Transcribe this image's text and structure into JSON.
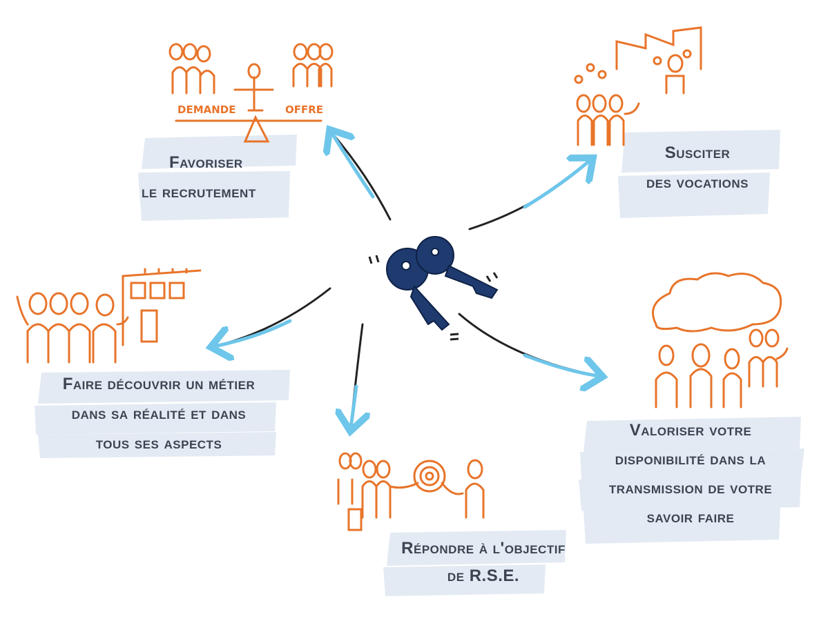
{
  "colors": {
    "accent": "#e8742a",
    "arrow": "#6ec6ea",
    "key": "#1e3a6e",
    "band": "#e3eaf3",
    "text": "#3b4452"
  },
  "center": {
    "icon": "keys-icon"
  },
  "branches": [
    {
      "lines": [
        "Favoriser",
        "le recrutement"
      ],
      "illustration": "balance-icon",
      "tags": [
        "DEMANDE",
        "OFFRE"
      ]
    },
    {
      "lines": [
        "Susciter",
        "des vocations"
      ],
      "illustration": "factory-people-icon"
    },
    {
      "lines": [
        "Faire découvrir un métier",
        "dans sa réalité et dans",
        "tous ses aspects"
      ],
      "illustration": "workers-building-icon"
    },
    {
      "lines": [
        "Répondre à l'objectif",
        "de R.S.E."
      ],
      "illustration": "people-spiral-icon"
    },
    {
      "lines": [
        "Valoriser votre",
        "disponibilité dans la",
        "transmission de votre",
        "savoir faire"
      ],
      "illustration": "speech-bubbles-people-icon"
    }
  ]
}
